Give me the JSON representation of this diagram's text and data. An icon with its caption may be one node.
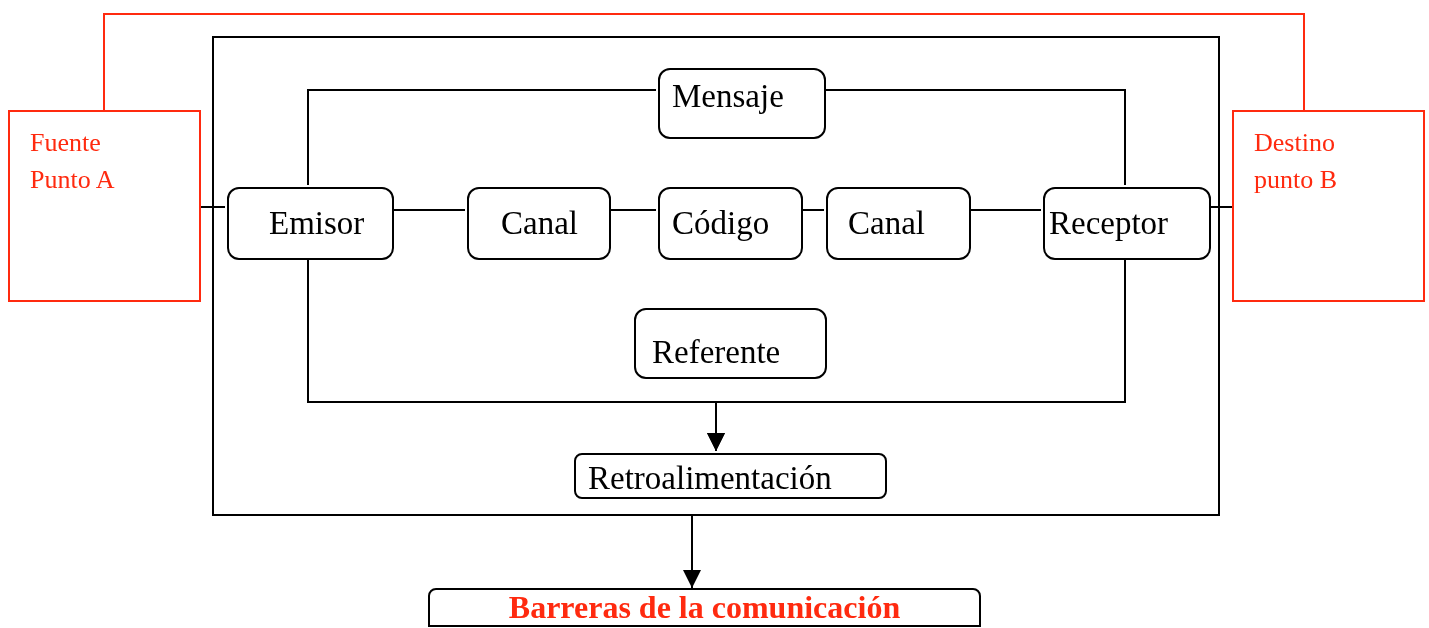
{
  "diagram": {
    "nodes": [
      {
        "text": [
          "Fuente Punto A"
        ]
      },
      {
        "text": [],
        "shape": "box"
      },
      {
        "text": [
          "Mensaje"
        ],
        "in": 1
      },
      {
        "text": [
          "Emisor"
        ],
        "in": 1
      },
      {
        "text": [
          "Canal"
        ],
        "in": 1
      },
      {
        "text": [
          "Código"
        ],
        "in": 1
      },
      {
        "text": [
          "Canal"
        ],
        "in": 1
      },
      {
        "text": [
          "Receptor"
        ],
        "in": 1
      },
      {
        "text": [
          "Referente"
        ],
        "in": 1
      },
      {
        "text": [
          "Retroalimentación"
        ],
        "in": 1
      },
      {
        "text": [
          "Destino punto B"
        ]
      },
      {
        "text": [
          "Barreras de la comunicación"
        ]
      }
    ],
    "edges": [
      {
        "from": 0,
        "to": 10,
        "arrow": "none",
        "color": "#ff2a0f"
      },
      {
        "from": 0,
        "to": 3,
        "arrow": "none"
      },
      {
        "from": 3,
        "to": 4,
        "arrow": "none"
      },
      {
        "from": 4,
        "to": 5,
        "arrow": "none"
      },
      {
        "from": 5,
        "to": 6,
        "arrow": "none"
      },
      {
        "from": 6,
        "to": 7,
        "arrow": "none"
      },
      {
        "from": 7,
        "to": 10,
        "arrow": "none"
      },
      {
        "from": 3,
        "to": 2,
        "arrow": "none"
      },
      {
        "from": 2,
        "to": 7,
        "arrow": "none"
      },
      {
        "from": 3,
        "to": 9,
        "arrow": "to"
      },
      {
        "from": 7,
        "to": 9,
        "arrow": "to"
      },
      {
        "from": 1,
        "to": 11,
        "arrow": "to"
      }
    ]
  }
}
